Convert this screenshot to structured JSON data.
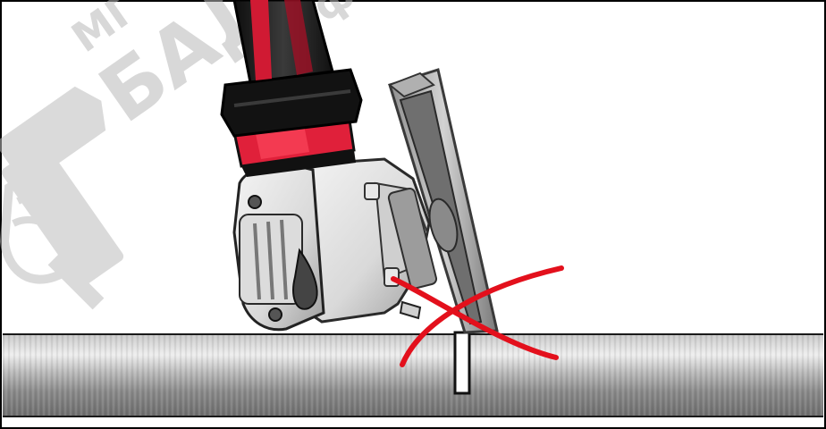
{
  "image": {
    "subject": "angle-grinder-cutting-pipe-incorrect-angle",
    "mark": "red-cross",
    "colors": {
      "tool_red": "#e0203a",
      "tool_black": "#1b1b1b",
      "tool_body": "#e6e6e6",
      "pipe_metal": "#a9a9a9",
      "cross_red": "#e3101c",
      "frame": "#000000",
      "watermark": "#c4c4c4"
    }
  },
  "watermark": {
    "line1": "МГ",
    "line2": "БАД",
    "line3": "офф"
  }
}
